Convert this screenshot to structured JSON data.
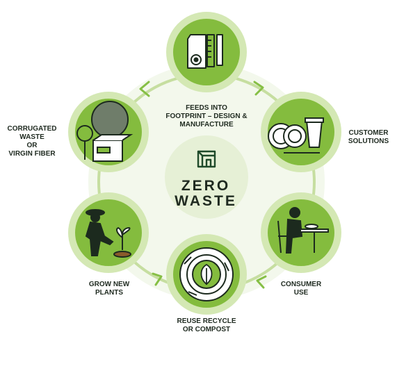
{
  "center": {
    "line1": "ZERO",
    "line2": "WASTE"
  },
  "steps": [
    {
      "label": "FEEDS INTO\nFOOTPRINT – DESIGN &\nMANUFACTURE",
      "icon": "design-tools-icon"
    },
    {
      "label": "CUSTOMER\nSOLUTIONS",
      "icon": "tableware-icon"
    },
    {
      "label": "CONSUMER\nUSE",
      "icon": "dining-person-icon"
    },
    {
      "label": "REUSE RECYCLE\nOR COMPOST",
      "icon": "recycle-leaf-icon"
    },
    {
      "label": "GROW NEW\nPLANTS",
      "icon": "gardener-icon"
    },
    {
      "label": "CORRUGATED\nWASTE\nOR\nVIRGIN FIBER",
      "icon": "trees-box-icon"
    }
  ],
  "colors": {
    "node_outer": "#d4e8b4",
    "node_inner": "#84bc3e",
    "ring": "#c6dea0",
    "arrow": "#86bf45",
    "center_fill": "#e6f0d6",
    "text": "#1f2a20"
  }
}
